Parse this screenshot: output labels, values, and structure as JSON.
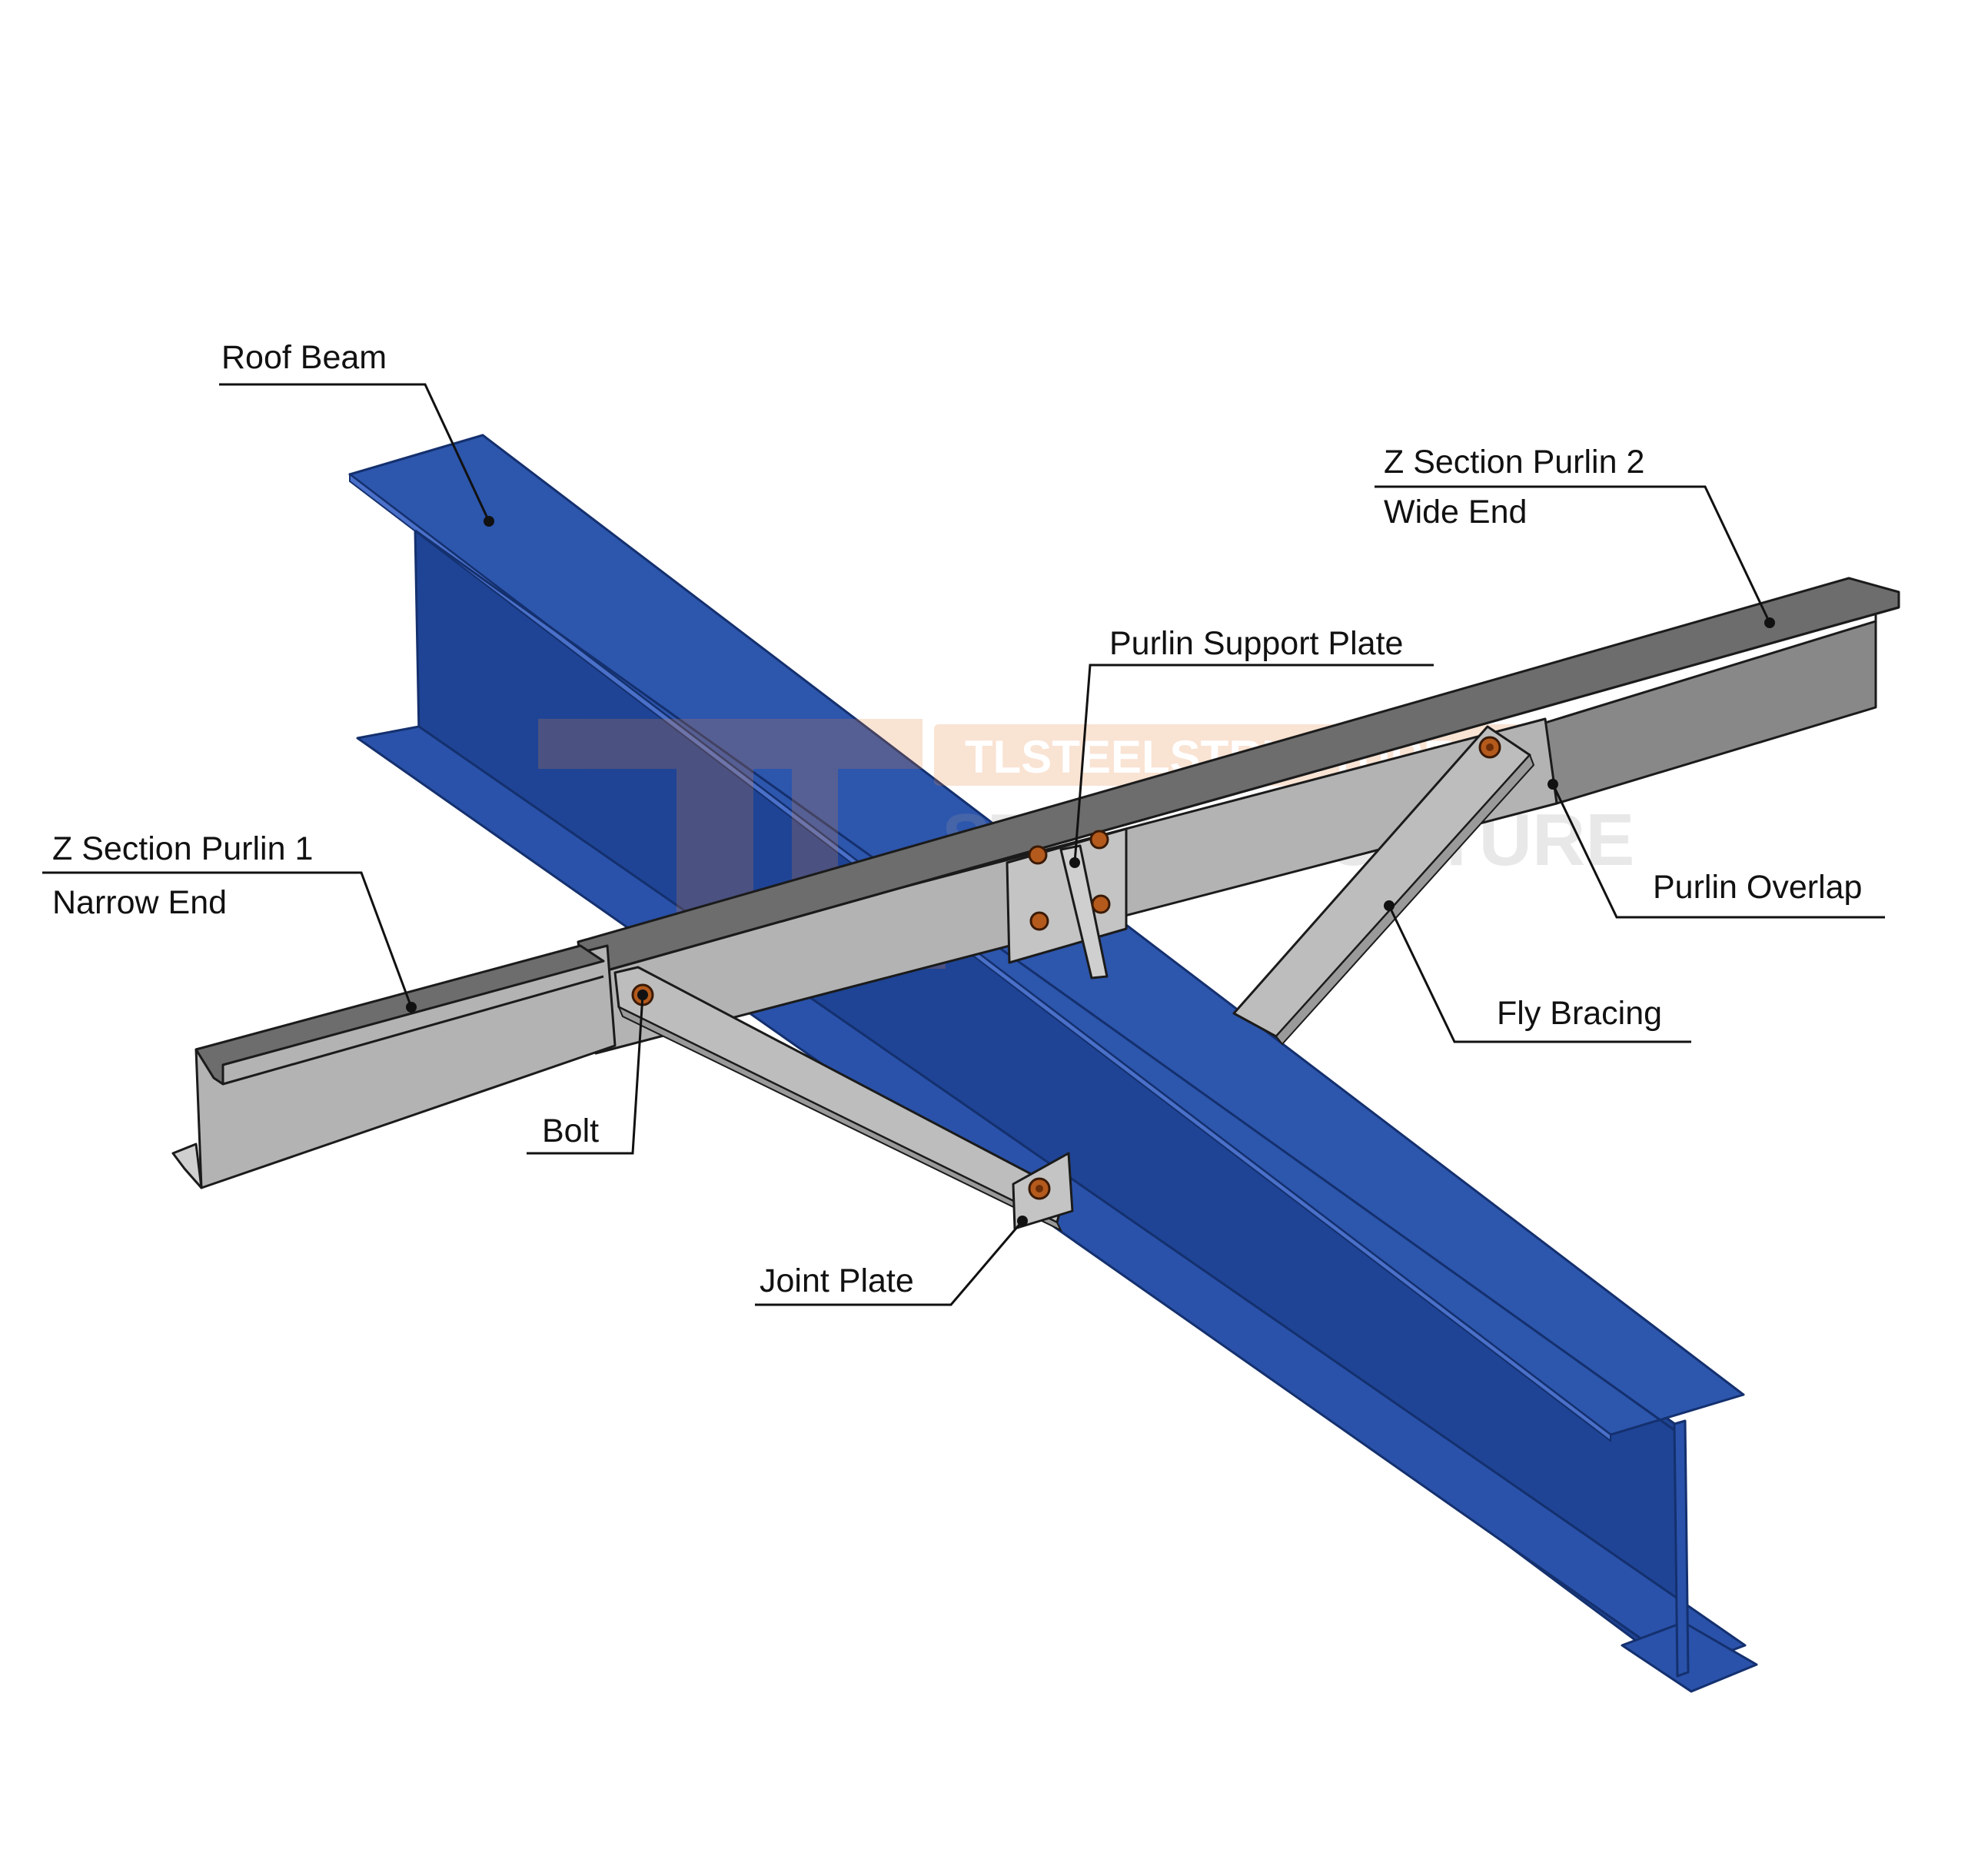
{
  "labels": {
    "roof_beam": "Roof Beam",
    "purlin2_line1": "Z Section Purlin 2",
    "purlin2_line2": "Wide End",
    "purlin_support_plate": "Purlin Support Plate",
    "purlin1_line1": "Z Section Purlin 1",
    "purlin1_line2": "Narrow End",
    "purlin_overlap": "Purlin Overlap",
    "fly_bracing": "Fly Bracing",
    "bolt": "Bolt",
    "joint_plate": "Joint Plate"
  },
  "watermark": {
    "url": "TLSTEELSTRUCTURE.COM",
    "brand": "STEELSTRUCTURE"
  },
  "colors": {
    "beam": "#2a52aa",
    "purlin": "#b3b3b3",
    "bolt": "#b45a1c",
    "watermark": "#e8823a"
  },
  "icons": {
    "logo": "tl-logo-icon"
  }
}
